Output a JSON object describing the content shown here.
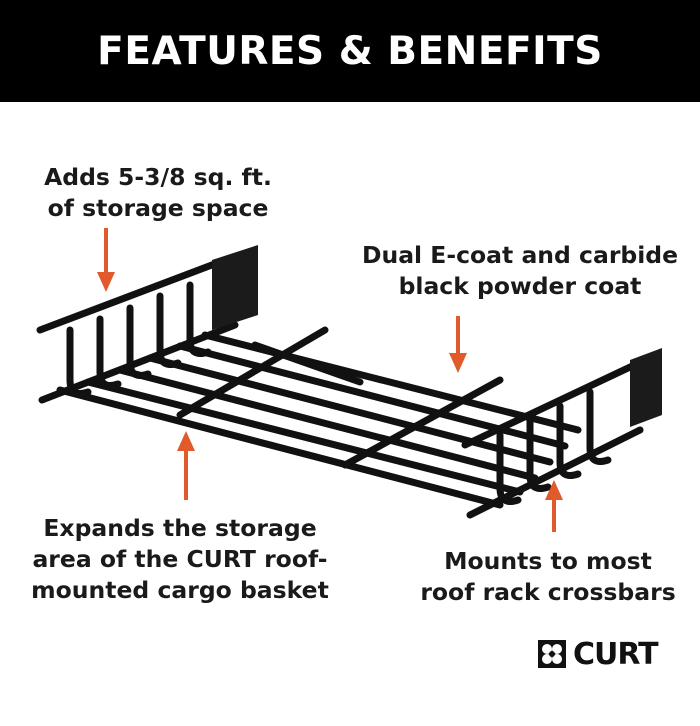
{
  "banner": {
    "title": "FEATURES & BENEFITS"
  },
  "callouts": {
    "storage": {
      "line1": "Adds 5-3/8 sq. ft.",
      "line2": "of storage space"
    },
    "coating": {
      "line1": "Dual E-coat and carbide",
      "line2": "black powder coat"
    },
    "expands": {
      "line1": "Expands the storage",
      "line2": "area of the CURT roof-",
      "line3": "mounted cargo basket"
    },
    "mounts": {
      "line1": "Mounts to most",
      "line2": "roof rack crossbars"
    }
  },
  "brand": {
    "logo_text": "CURT"
  },
  "colors": {
    "banner": "#000000",
    "arrow": "#e05a2b",
    "text": "#1a1a1a"
  },
  "icons": {
    "arrow": "orange-arrow-icon",
    "logo": "curt-logo-icon"
  }
}
